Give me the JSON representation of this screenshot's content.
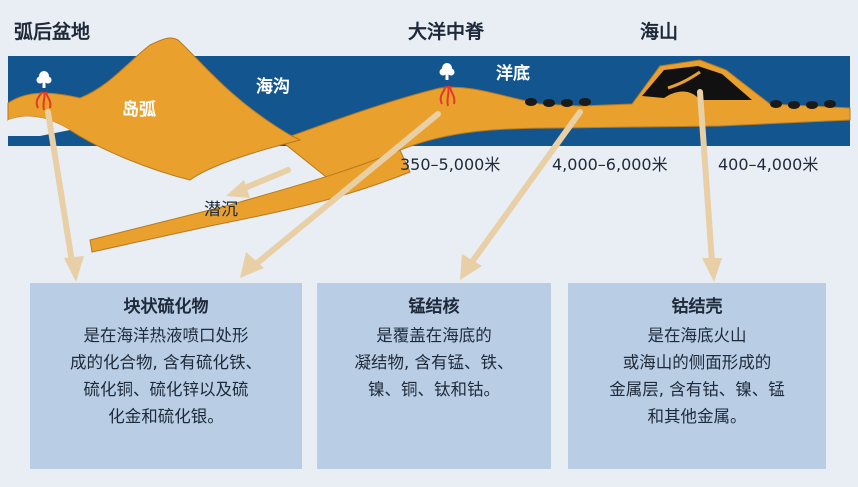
{
  "labels": {
    "back_arc_basin": "弧后盆地",
    "mid_ocean_ridge": "大洋中脊",
    "seamount": "海山",
    "trench": "海沟",
    "island_arc": "岛弧",
    "ocean_floor": "洋底",
    "subduction": "潜沉"
  },
  "depths": {
    "sulfides": "350–5,000米",
    "nodules": "4,000–6,000米",
    "crusts": "400–4,000米"
  },
  "boxes": [
    {
      "title": "块状硫化物",
      "lines": [
        "是在海洋热液喷口处形",
        "成的化合物, 含有硫化铁、",
        "硫化铜、硫化锌以及硫",
        "化金和硫化银。"
      ]
    },
    {
      "title": "锰结核",
      "lines": [
        "是覆盖在海底的",
        "凝结物, 含有锰、铁、",
        "镍、铜、钛和钴。"
      ]
    },
    {
      "title": "钴结壳",
      "lines": [
        "是在海底火山",
        "或海山的侧面形成的",
        "金属层, 含有钴、镍、锰",
        "和其他金属。"
      ]
    }
  ],
  "colors": {
    "ocean": "#13558f",
    "crust": "#e9a02c",
    "crust_dark": "#b87a1e",
    "arrow": "#e8cfa6",
    "box": "#b9cde4",
    "background": "#e9eef4"
  },
  "icons": [
    "plume-icon",
    "vent-icon",
    "nodule-icon",
    "arrow-icon"
  ]
}
